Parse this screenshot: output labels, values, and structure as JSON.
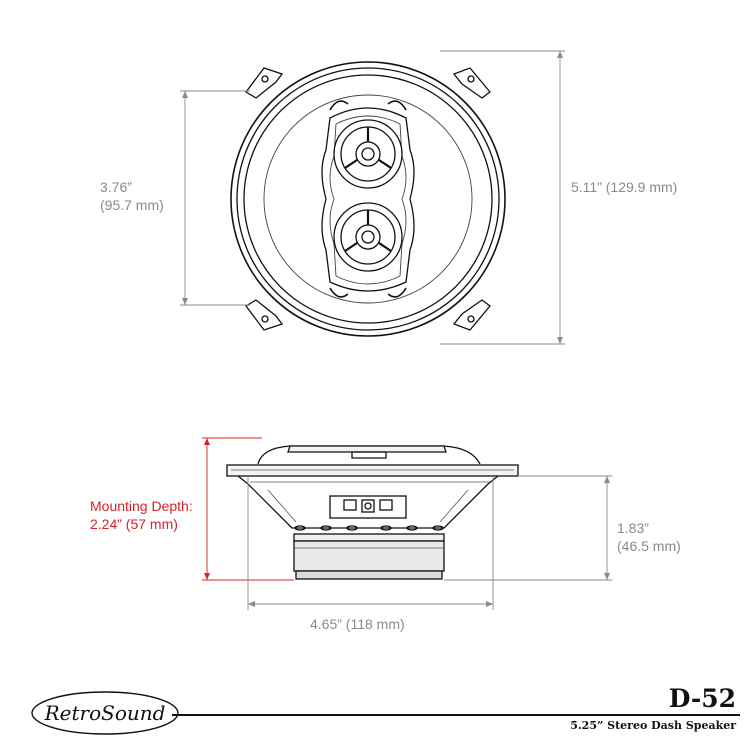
{
  "dimensions": {
    "top_height": [
      "3.76”",
      "(95.7 mm)"
    ],
    "top_outer": "5.11” (129.9 mm)",
    "mounting_depth": [
      "Mounting Depth:",
      "2.24” (57 mm)"
    ],
    "side_height": [
      "1.83”",
      "(46.5 mm)"
    ],
    "side_width": "4.65” (118 mm)"
  },
  "brand": "RetroSound",
  "model": "D-52",
  "subtitle": "5.25” Stereo Dash Speaker",
  "colors": {
    "line": "#111111",
    "dimension": "#8a8a8a",
    "mounting": "#d4232a",
    "fill": "#e9e9e9"
  }
}
